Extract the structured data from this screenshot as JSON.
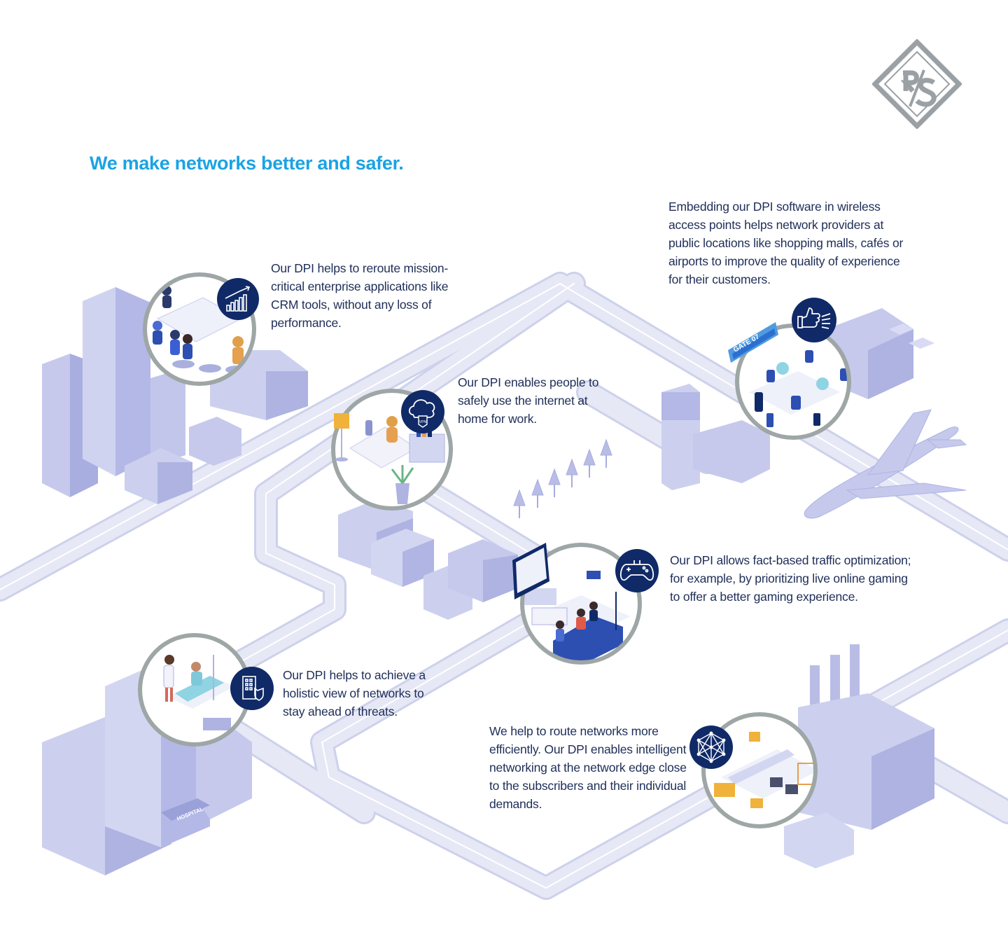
{
  "headline": "We make networks better and safer.",
  "logo": {
    "letters": "R&S"
  },
  "captions": {
    "enterprise": "Our DPI helps to reroute mission-critical enterprise applications like CRM tools, without any loss of performance.",
    "home_office": "Our DPI enables people to safely use the internet at home for work.",
    "airport": "Embedding our DPI software in wireless access points helps network providers at public locations like shopping malls, cafés or airports to improve the quality of experience for their customers.",
    "gaming": "Our DPI allows fact-based traffic optimization; for example, by prioritizing live online gaming to offer a better gaming experience.",
    "hospital": "Our DPI helps to achieve a holistic view of networks to stay ahead of threats.",
    "industry": "We help to route networks more efficiently. Our DPI enables intelligent networking at the network edge close to the subscribers and their individual demands."
  },
  "scene_labels": {
    "gate": "GATE 07",
    "hospital": "HOSPITAL",
    "vpn": "VPN"
  },
  "icons": {
    "enterprise": "growth-chart-icon",
    "home_office": "vpn-cloud-icon",
    "airport": "thumbs-up-icon",
    "gaming": "gamepad-icon",
    "hospital": "secure-building-icon",
    "industry": "network-mesh-icon"
  },
  "colors": {
    "headline": "#1ba3e3",
    "text": "#1f2e58",
    "road": "#dfe2f3",
    "building": "#b9bde6",
    "icon_badge": "#102a68",
    "circle_ring": "#9ea6a6"
  }
}
